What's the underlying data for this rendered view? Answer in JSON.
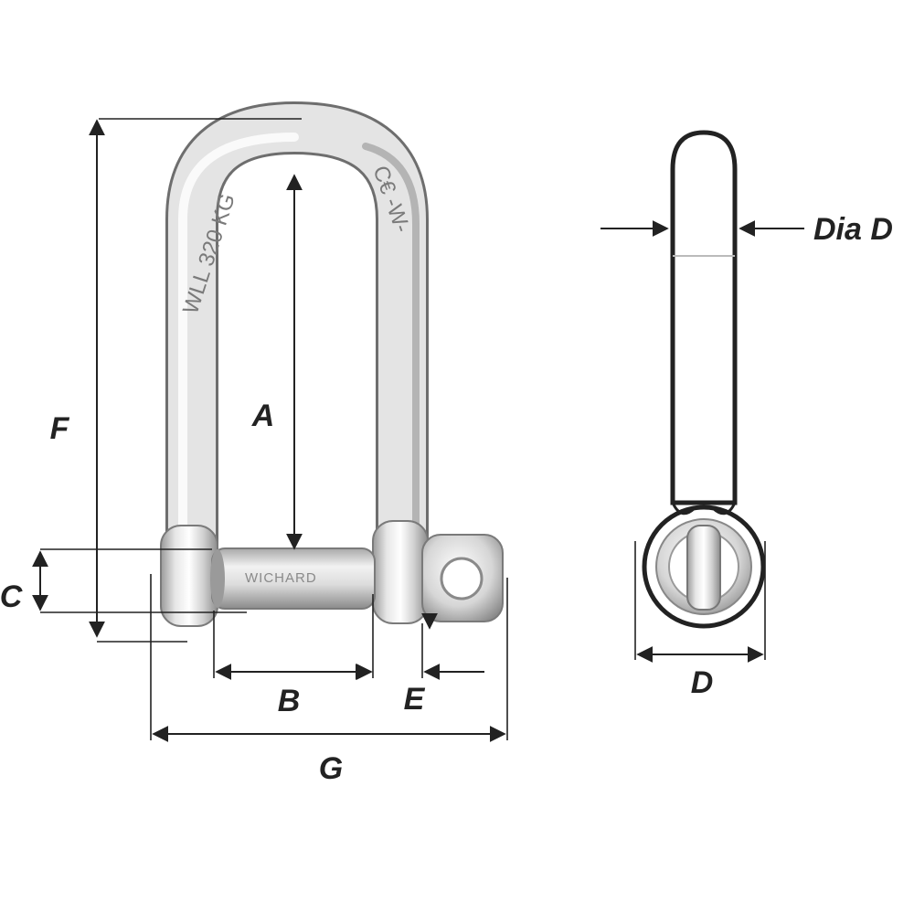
{
  "diagram": {
    "engraving_wll": "WLL 320 KG",
    "engraving_ce": "C€ -W-",
    "pin_text": "WICHARD",
    "labels": {
      "a": "A",
      "b": "B",
      "c": "C",
      "d": "D",
      "e": "E",
      "f": "F",
      "g": "G",
      "dia_d": "Dia D"
    }
  }
}
